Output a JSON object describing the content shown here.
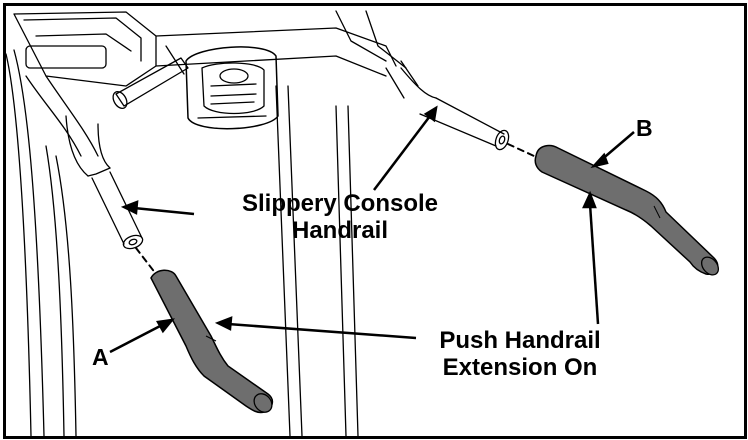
{
  "labels": {
    "a": "A",
    "b": "B",
    "slippery_line1": "Slippery Console",
    "slippery_line2": "Handrail",
    "push_line1": "Push Handrail",
    "push_line2": "Extension On"
  },
  "colors": {
    "ink": "#000000",
    "extension_fill": "#6e6e6e",
    "background": "#ffffff"
  }
}
